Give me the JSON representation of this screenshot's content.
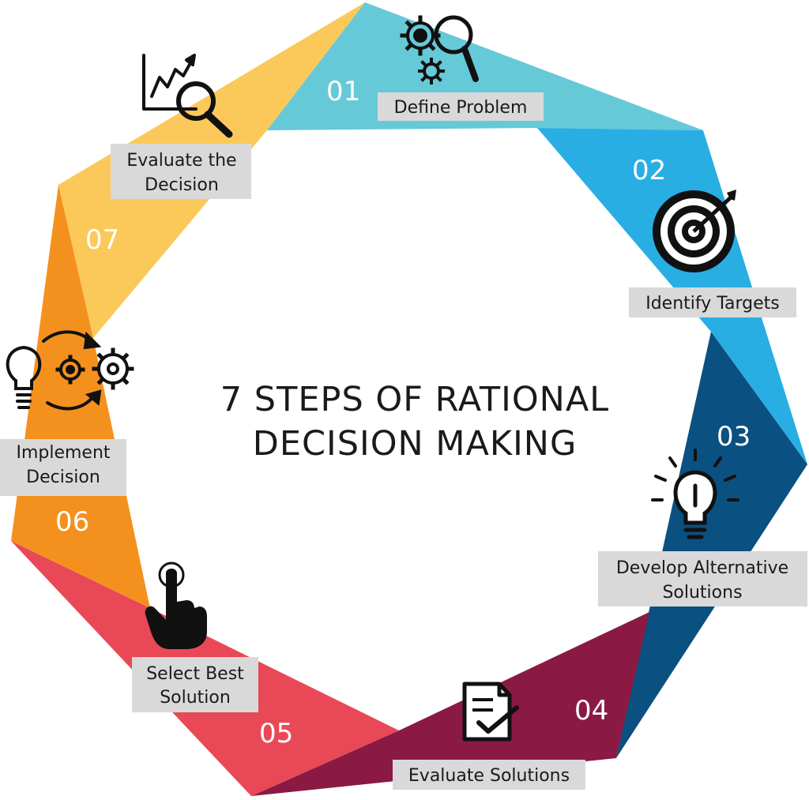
{
  "title": {
    "line1": "7 STEPS OF RATIONAL",
    "line2": "DECISION MAKING"
  },
  "colors": {
    "step1": "#66c9d8",
    "step2": "#29aee4",
    "step3": "#0a5080",
    "step4": "#8a1a43",
    "step5": "#e94856",
    "step6": "#f4911e",
    "step7": "#fbc95a"
  },
  "steps": [
    {
      "number": "01",
      "label_lines": [
        "Define Problem"
      ],
      "icon": "gears-magnifier-icon"
    },
    {
      "number": "02",
      "label_lines": [
        "Identify Targets"
      ],
      "icon": "target-arrow-icon"
    },
    {
      "number": "03",
      "label_lines": [
        "Develop Alternative",
        "Solutions"
      ],
      "icon": "lightbulb-icon"
    },
    {
      "number": "04",
      "label_lines": [
        "Evaluate Solutions"
      ],
      "icon": "document-check-icon"
    },
    {
      "number": "05",
      "label_lines": [
        "Select Best",
        "Solution"
      ],
      "icon": "pointing-hand-icon"
    },
    {
      "number": "06",
      "label_lines": [
        "Implement",
        "Decision"
      ],
      "icon": "lightbulb-gears-icon"
    },
    {
      "number": "07",
      "label_lines": [
        "Evaluate the",
        "Decision"
      ],
      "icon": "chart-magnifier-icon"
    }
  ]
}
